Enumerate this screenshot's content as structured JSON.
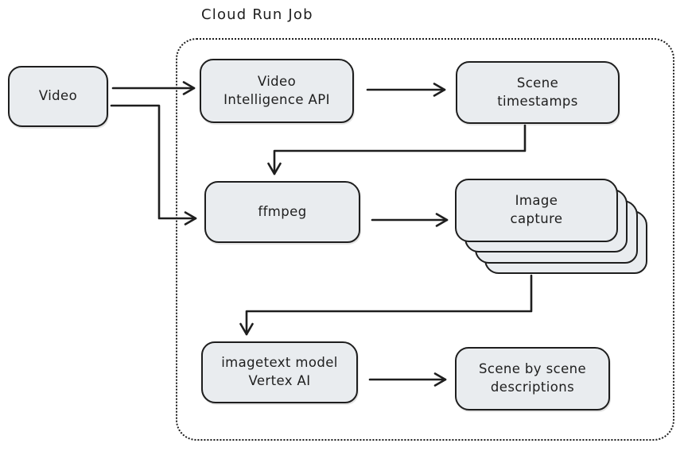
{
  "diagram": {
    "title": "Cloud Run Job",
    "nodes": {
      "video": "Video",
      "video_intelligence_api": "Video\nIntelligence API",
      "scene_timestamps": "Scene\ntimestamps",
      "ffmpeg": "ffmpeg",
      "image_capture": "Image\ncapture",
      "imagetext_vertex_ai": "imagetext model\nVertex AI",
      "scene_descriptions": "Scene by scene\ndescriptions"
    },
    "colors": {
      "node_fill": "#e9ecef",
      "stroke": "#1e1e1e",
      "canvas": "#ffffff"
    }
  }
}
